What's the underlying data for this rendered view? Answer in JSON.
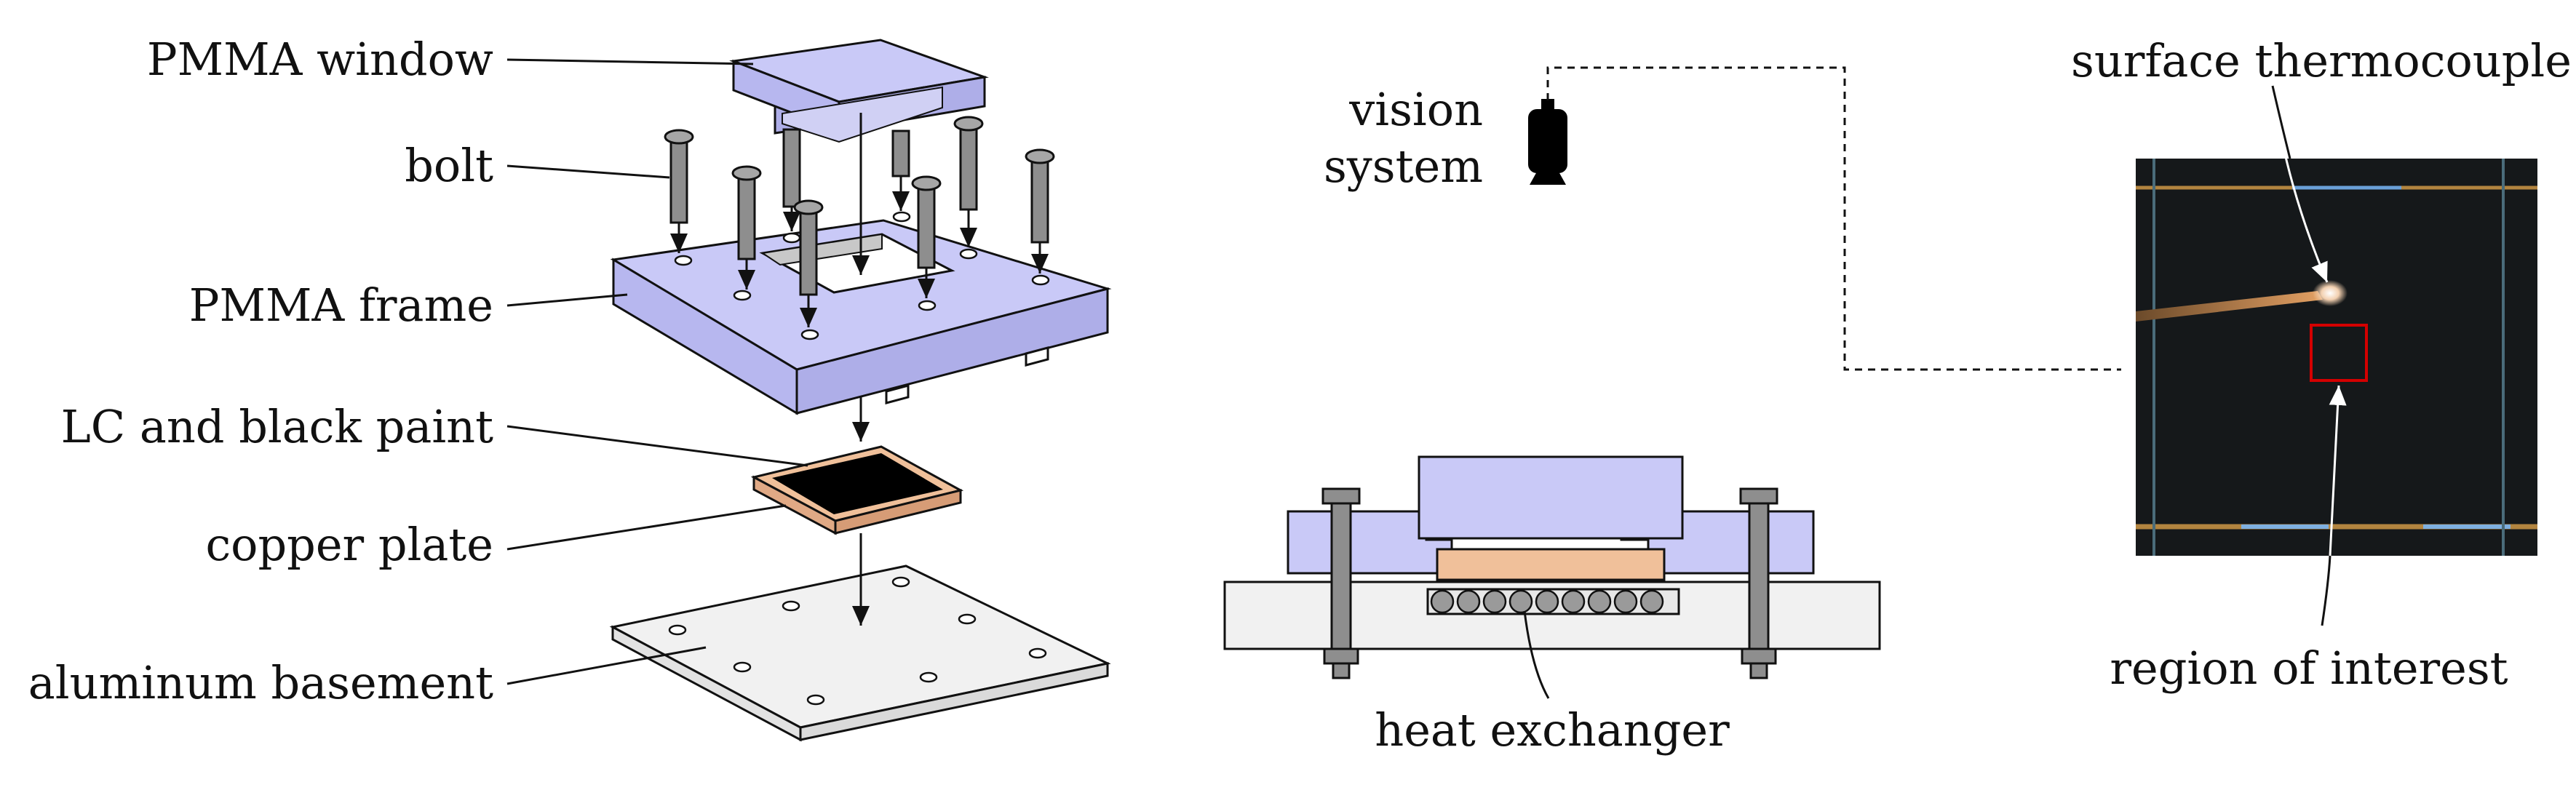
{
  "labels": {
    "pmma_window": "PMMA window",
    "bolt": "bolt",
    "pmma_frame": "PMMA frame",
    "lc_black_paint": "LC and black paint",
    "copper_plate": "copper plate",
    "aluminum_basement": "aluminum basement",
    "vision_line1": "vision",
    "vision_line2": "system",
    "heat_exchanger": "heat exchanger",
    "surface_thermocouple": "surface thermocouple",
    "region_of_interest": "region of interest"
  },
  "colors": {
    "pmma": "#c9c9f7",
    "pmma_dark": "#b0b0ea",
    "copper": "#f0c09a",
    "aluminum": "#f1f1f1",
    "bolt": "#8e8e8e",
    "photo_bg": "#15181a",
    "roi": "#d40000"
  },
  "icons": {
    "camera": "camera-icon"
  }
}
